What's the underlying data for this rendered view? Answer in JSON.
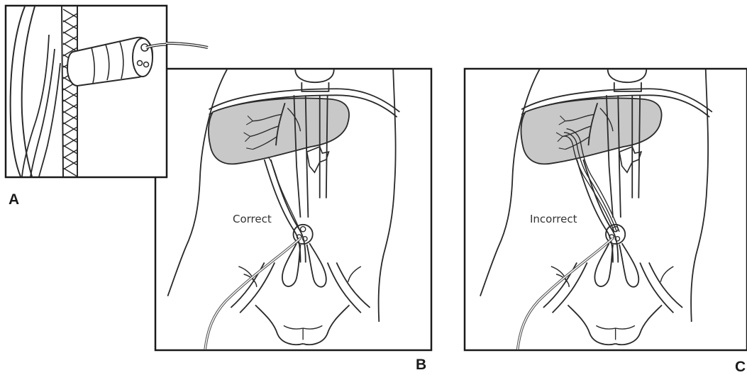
{
  "panels": {
    "a": {
      "letter": "A"
    },
    "b": {
      "letter": "B",
      "label": "Correct"
    },
    "c": {
      "letter": "C",
      "label": "Incorrect"
    }
  },
  "colors": {
    "line": "#2a2a2a",
    "liver_fill": "#c8c8c8",
    "catheter": "#555555"
  }
}
